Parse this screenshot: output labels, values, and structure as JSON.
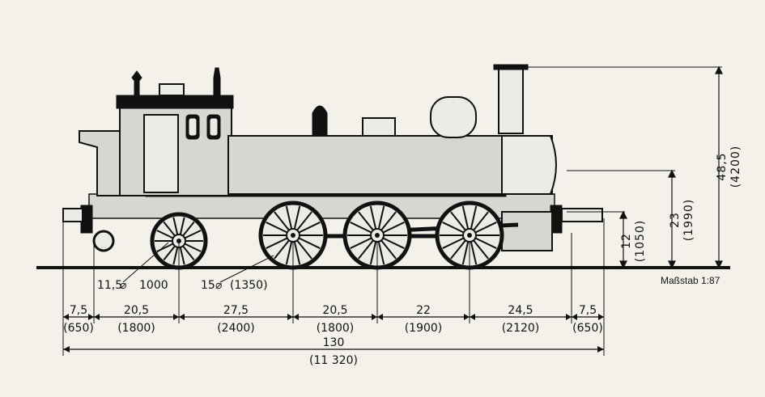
{
  "wheels": {
    "small": {
      "model": "11,5",
      "real": "1000"
    },
    "large": {
      "model": "15",
      "real": "(1350)"
    }
  },
  "scale_label": "Maßstab 1:87",
  "heights": [
    {
      "model": "12",
      "real": "(1050)"
    },
    {
      "model": "23",
      "real": "(1990)"
    },
    {
      "model": "48,5",
      "real": "(4200)"
    }
  ],
  "segments": [
    {
      "model": "7,5",
      "real": "(650)"
    },
    {
      "model": "20,5",
      "real": "(1800)"
    },
    {
      "model": "27,5",
      "real": "(2400)"
    },
    {
      "model": "20,5",
      "real": "(1800)"
    },
    {
      "model": "22",
      "real": "(1900)"
    },
    {
      "model": "24,5",
      "real": "(2120)"
    },
    {
      "model": "7,5",
      "real": "(650)"
    }
  ],
  "total": {
    "model": "130",
    "real": "(11 320)"
  },
  "colors": {
    "ink": "#111111",
    "paper": "#f3f1ea",
    "body": "#d8d6d0"
  }
}
